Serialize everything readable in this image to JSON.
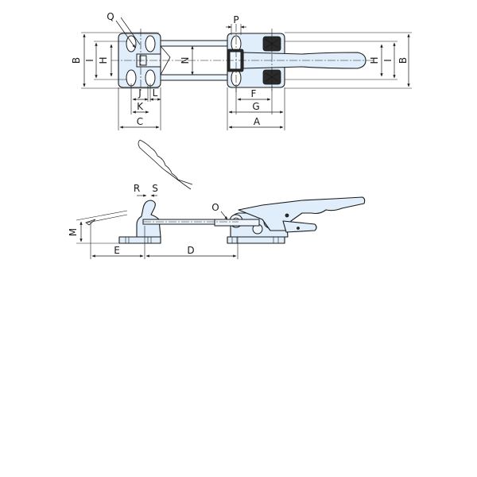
{
  "labels": {
    "A": "A",
    "B": "B",
    "C": "C",
    "D": "D",
    "E": "E",
    "F": "F",
    "G": "G",
    "H": "H",
    "I": "I",
    "J": "J",
    "K": "K",
    "L": "L",
    "M": "M",
    "N": "N",
    "O": "O",
    "P": "P",
    "Q": "Q",
    "R": "R",
    "S": "S"
  },
  "colors": {
    "part_fill": "#dfeefa",
    "line": "#1a1a1a",
    "background": "#ffffff"
  }
}
